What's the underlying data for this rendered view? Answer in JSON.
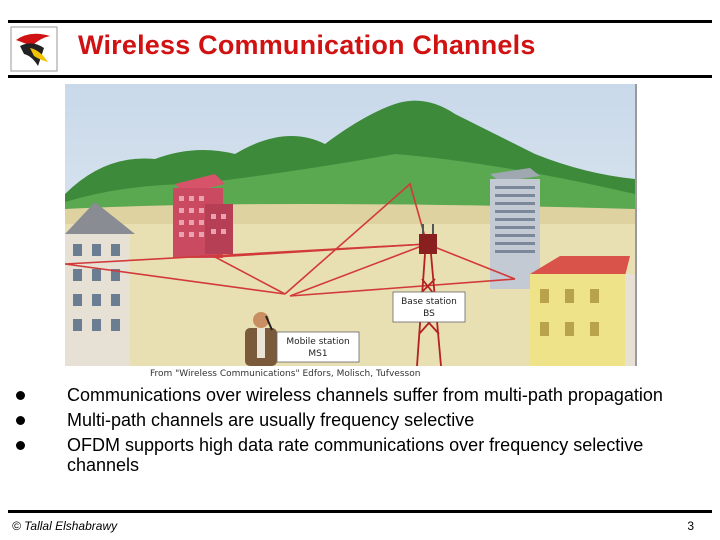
{
  "slide": {
    "title": "Wireless Communication Channels",
    "credit": "From \"Wireless Communications\" Edfors, Molisch, Tufvesson",
    "bullets": [
      "Communications over wireless channels suffer from multi-path propagation",
      "Multi-path channels are usually frequency selective",
      "OFDM supports high data rate communications over frequency selective channels"
    ],
    "footer_left": "© Tallal Elshabrawy",
    "page_number": "3"
  },
  "figure": {
    "base_station_label_1": "Base station",
    "base_station_label_2": "BS",
    "mobile_station_label_1": "Mobile station",
    "mobile_station_label_2": "MS1"
  },
  "colors": {
    "title": "#d11212",
    "rules": "#000000",
    "signal_paths": "#d23a3a"
  }
}
